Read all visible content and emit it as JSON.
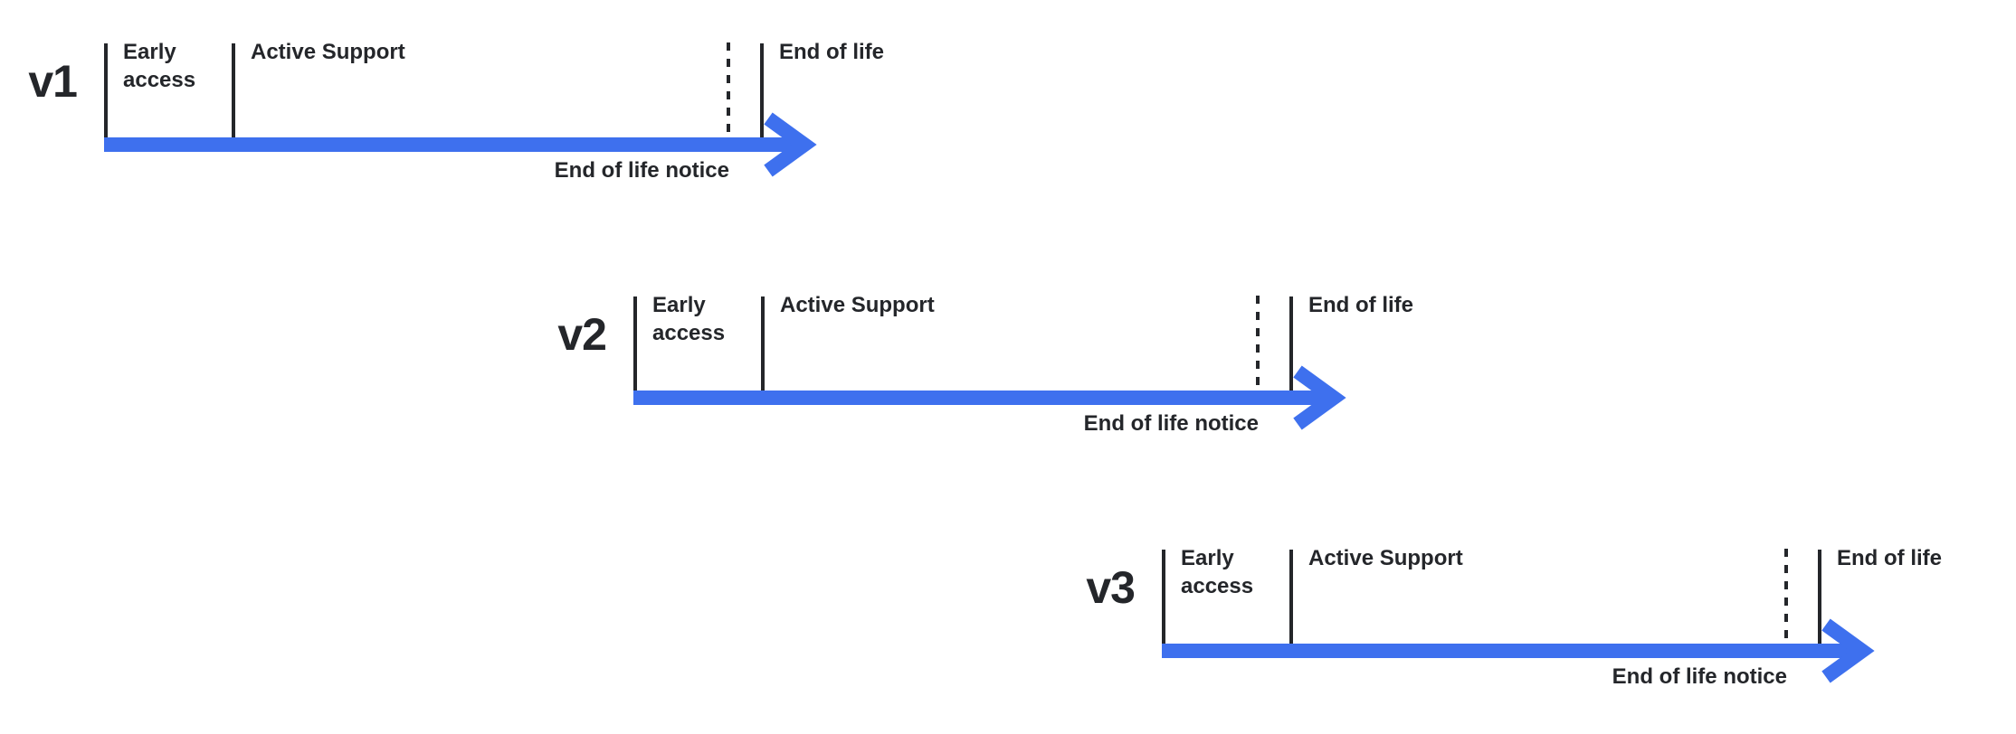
{
  "colors": {
    "accent": "#3e70ee",
    "ink": "#24262a",
    "background": "#ffffff"
  },
  "timelines": [
    {
      "version": "v1",
      "early_access": "Early access",
      "active_support": "Active Support",
      "end_of_life": "End of life",
      "end_of_life_notice": "End of life notice"
    },
    {
      "version": "v2",
      "early_access": "Early access",
      "active_support": "Active Support",
      "end_of_life": "End of life",
      "end_of_life_notice": "End of life notice"
    },
    {
      "version": "v3",
      "early_access": "Early access",
      "active_support": "Active Support",
      "end_of_life": "End of life",
      "end_of_life_notice": "End of life notice"
    }
  ]
}
